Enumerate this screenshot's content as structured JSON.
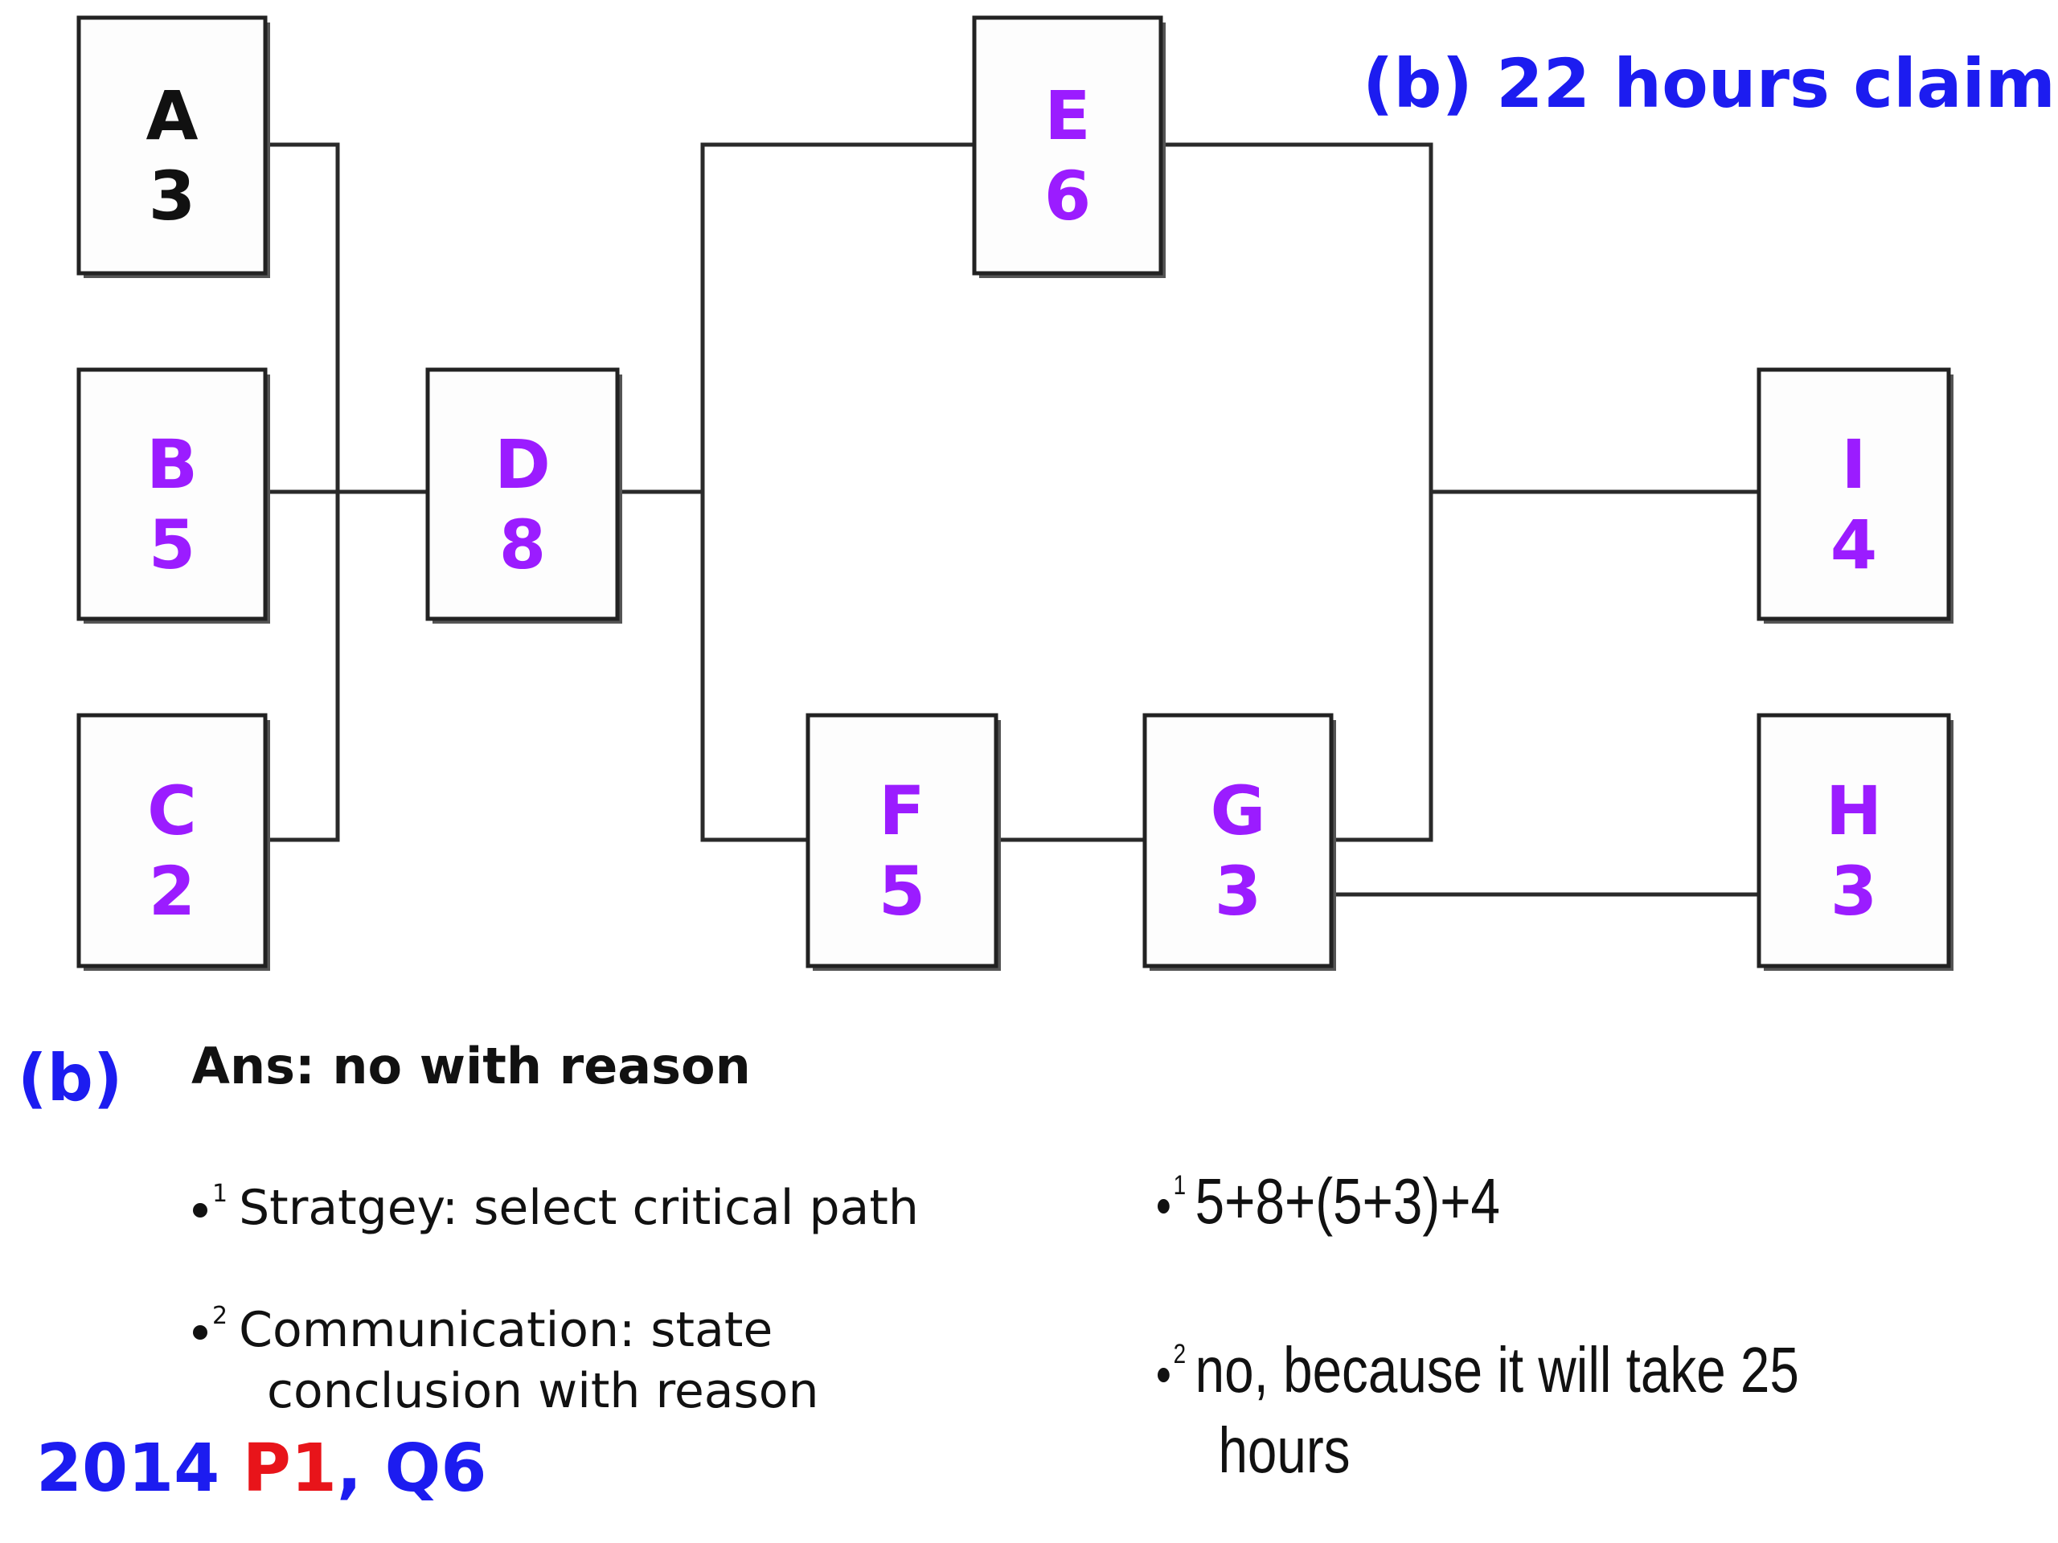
{
  "header": {
    "question": "(b)  22 hours claim?"
  },
  "diagram": {
    "nodes": [
      {
        "id": "A",
        "name": "A",
        "duration": "3",
        "color": "#111111"
      },
      {
        "id": "B",
        "name": "B",
        "duration": "5",
        "color": "#9b1cff"
      },
      {
        "id": "C",
        "name": "C",
        "duration": "2",
        "color": "#9b1cff"
      },
      {
        "id": "D",
        "name": "D",
        "duration": "8",
        "color": "#9b1cff"
      },
      {
        "id": "E",
        "name": "E",
        "duration": "6",
        "color": "#9b1cff"
      },
      {
        "id": "F",
        "name": "F",
        "duration": "5",
        "color": "#9b1cff"
      },
      {
        "id": "G",
        "name": "G",
        "duration": "3",
        "color": "#9b1cff"
      },
      {
        "id": "H",
        "name": "H",
        "duration": "3",
        "color": "#9b1cff"
      },
      {
        "id": "I",
        "name": "I",
        "duration": "4",
        "color": "#9b1cff"
      }
    ],
    "edges": [
      [
        "A",
        "D"
      ],
      [
        "B",
        "D"
      ],
      [
        "C",
        "D"
      ],
      [
        "D",
        "E"
      ],
      [
        "D",
        "F"
      ],
      [
        "F",
        "G"
      ],
      [
        "E",
        "I"
      ],
      [
        "G",
        "I"
      ],
      [
        "G",
        "H"
      ]
    ]
  },
  "answer": {
    "part_label": "(b)",
    "heading": "Ans:  no with reason",
    "criteria": [
      {
        "num": "1",
        "line1": "Stratgey:  select critical path",
        "line2": ""
      },
      {
        "num": "2",
        "line1": "Communication:  state",
        "line2": "conclusion with reason"
      }
    ],
    "marking": [
      {
        "num": "1",
        "line1": "5+8+(5+3)+4",
        "line2": ""
      },
      {
        "num": "2",
        "line1": "no, because it will take 25",
        "line2": "hours"
      }
    ]
  },
  "source": {
    "year": "2014",
    "paper": "P1",
    "separator": ",",
    "question": "Q6"
  },
  "colors": {
    "blue": "#1c1cf0",
    "purple": "#9b1cff",
    "red": "#e8141a"
  }
}
